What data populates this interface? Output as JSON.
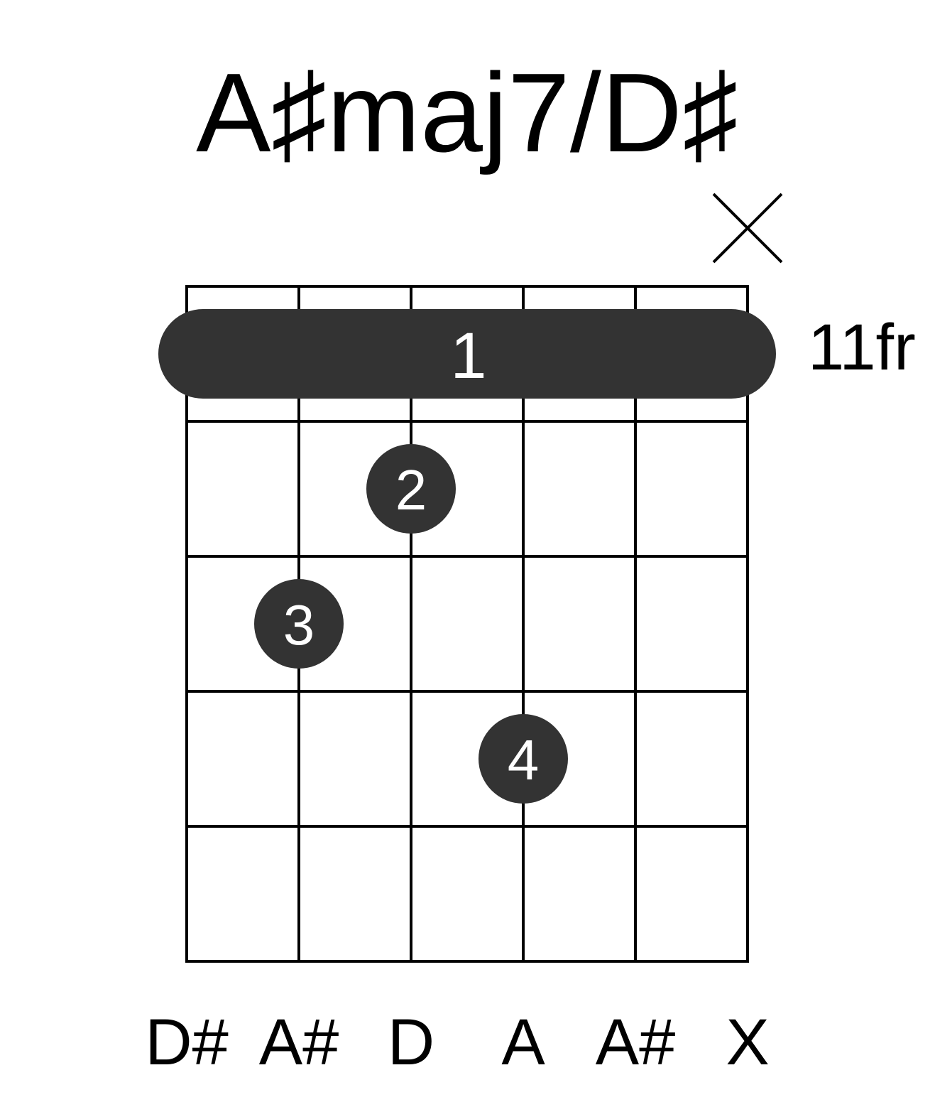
{
  "chord": {
    "name": "A♯maj7/D♯",
    "fret_position": "11fr",
    "string_notes": [
      "D#",
      "A#",
      "D",
      "A",
      "A#",
      "X"
    ],
    "muted_strings": [
      6
    ],
    "open_strings": [],
    "barre": {
      "finger": "1",
      "fret": 1,
      "from_string": 1,
      "to_string": 6
    },
    "fingers": [
      {
        "finger": "2",
        "string": 3,
        "fret": 2
      },
      {
        "finger": "3",
        "string": 2,
        "fret": 3
      },
      {
        "finger": "4",
        "string": 4,
        "fret": 4
      }
    ],
    "num_strings": 6,
    "num_frets": 5
  },
  "colors": {
    "line": "#000000",
    "dot": "#333333",
    "dot_text": "#ffffff",
    "background": "#ffffff"
  }
}
